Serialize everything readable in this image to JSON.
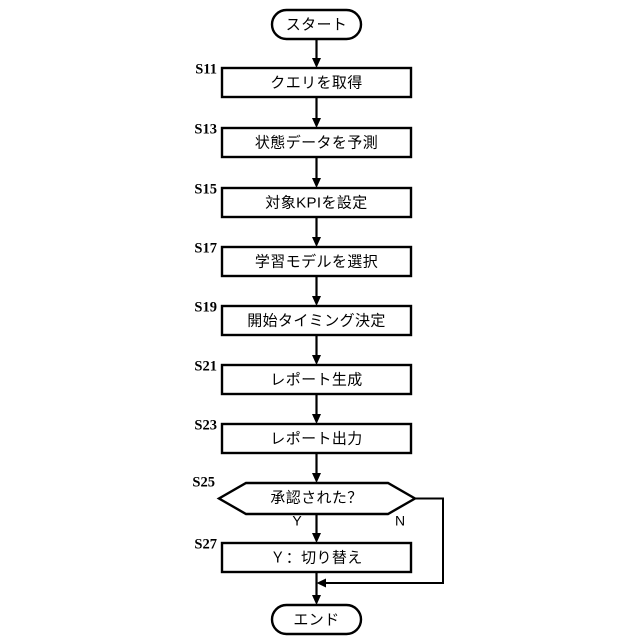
{
  "diagram": {
    "type": "flowchart",
    "orientation": "vertical",
    "background_color": "#ffffff",
    "line_color": "#000000",
    "start_node": {
      "id": "start",
      "shape": "terminator",
      "label": "スタート"
    },
    "end_node": {
      "id": "end",
      "shape": "terminator",
      "label": "エンド"
    },
    "steps": [
      {
        "id": "S11",
        "shape": "process",
        "label": "クエリを取得"
      },
      {
        "id": "S13",
        "shape": "process",
        "label": "状態データを予測"
      },
      {
        "id": "S15",
        "shape": "process",
        "label": "対象KPIを設定"
      },
      {
        "id": "S17",
        "shape": "process",
        "label": "学習モデルを選択"
      },
      {
        "id": "S19",
        "shape": "process",
        "label": "開始タイミング決定"
      },
      {
        "id": "S21",
        "shape": "process",
        "label": "レポート生成"
      },
      {
        "id": "S23",
        "shape": "process",
        "label": "レポート出力"
      },
      {
        "id": "S25",
        "shape": "decision",
        "label": "承認された？"
      },
      {
        "id": "S27",
        "shape": "process",
        "label": "Ｙ：切り替え"
      }
    ],
    "branch_labels": {
      "yes": "Y",
      "no": "N"
    }
  }
}
